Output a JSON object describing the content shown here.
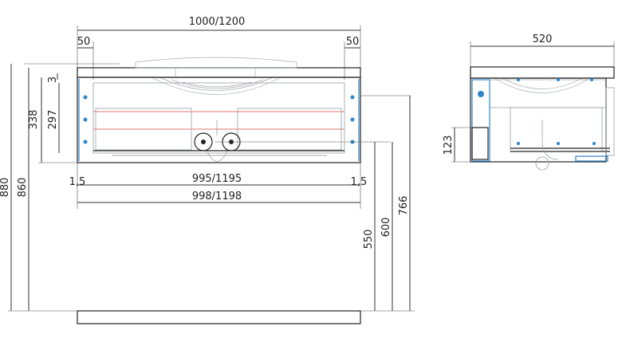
{
  "drawing": {
    "front_view": {
      "overall_width": "1000/1200",
      "side_offset_left": "50",
      "side_offset_right": "50",
      "top_gap": "3",
      "height_338": "338",
      "height_297": "297",
      "height_880": "880",
      "height_860": "860",
      "inner_width": "995/1195",
      "outer_width": "998/1198",
      "edge_left": "1,5",
      "edge_right": "1,5",
      "height_550": "550",
      "height_600": "600",
      "height_766": "766"
    },
    "side_view": {
      "depth": "520",
      "drawer_height": "123"
    }
  }
}
